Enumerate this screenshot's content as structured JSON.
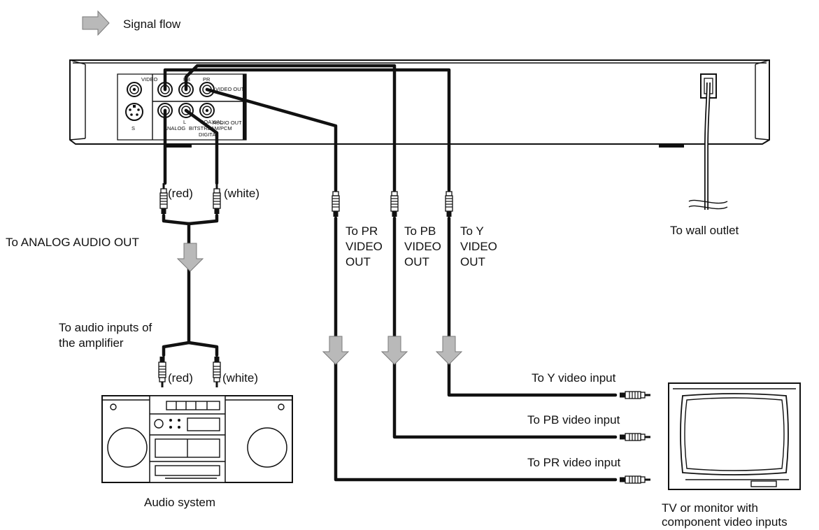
{
  "legend": {
    "signal_flow": "Signal flow"
  },
  "player_panel": {
    "video": "VIDEO",
    "pb": "PB",
    "pr": "PR",
    "video_out": "VIDEO OUT",
    "s": "S",
    "audio_out": "AUDIO OUT",
    "analog": "ANALOG",
    "l": "L",
    "coaxial": "COAXIAL",
    "bitstream_pcm": "BITSTREAM/PCM",
    "digital": "DIGITAL"
  },
  "labels": {
    "red_top": "(red)",
    "white_top": "(white)",
    "to_analog_audio_out": "To ANALOG AUDIO OUT",
    "to_audio_inputs_1": "To audio inputs of",
    "to_audio_inputs_2": "the amplifier",
    "red_bottom": "(red)",
    "white_bottom": "(white)",
    "audio_system": "Audio system",
    "to_wall_outlet": "To wall outlet",
    "to_pr_1": "To PR",
    "to_pr_2": "VIDEO",
    "to_pr_3": "OUT",
    "to_pb_1": "To PB",
    "to_pb_2": "VIDEO",
    "to_pb_3": "OUT",
    "to_y_1": "To Y",
    "to_y_2": "VIDEO",
    "to_y_3": "OUT",
    "to_y_input": "To Y video input",
    "to_pb_input": "To PB video input",
    "to_pr_input": "To PR video input",
    "tv_caption_1": "TV or monitor with",
    "tv_caption_2": "component video inputs"
  }
}
